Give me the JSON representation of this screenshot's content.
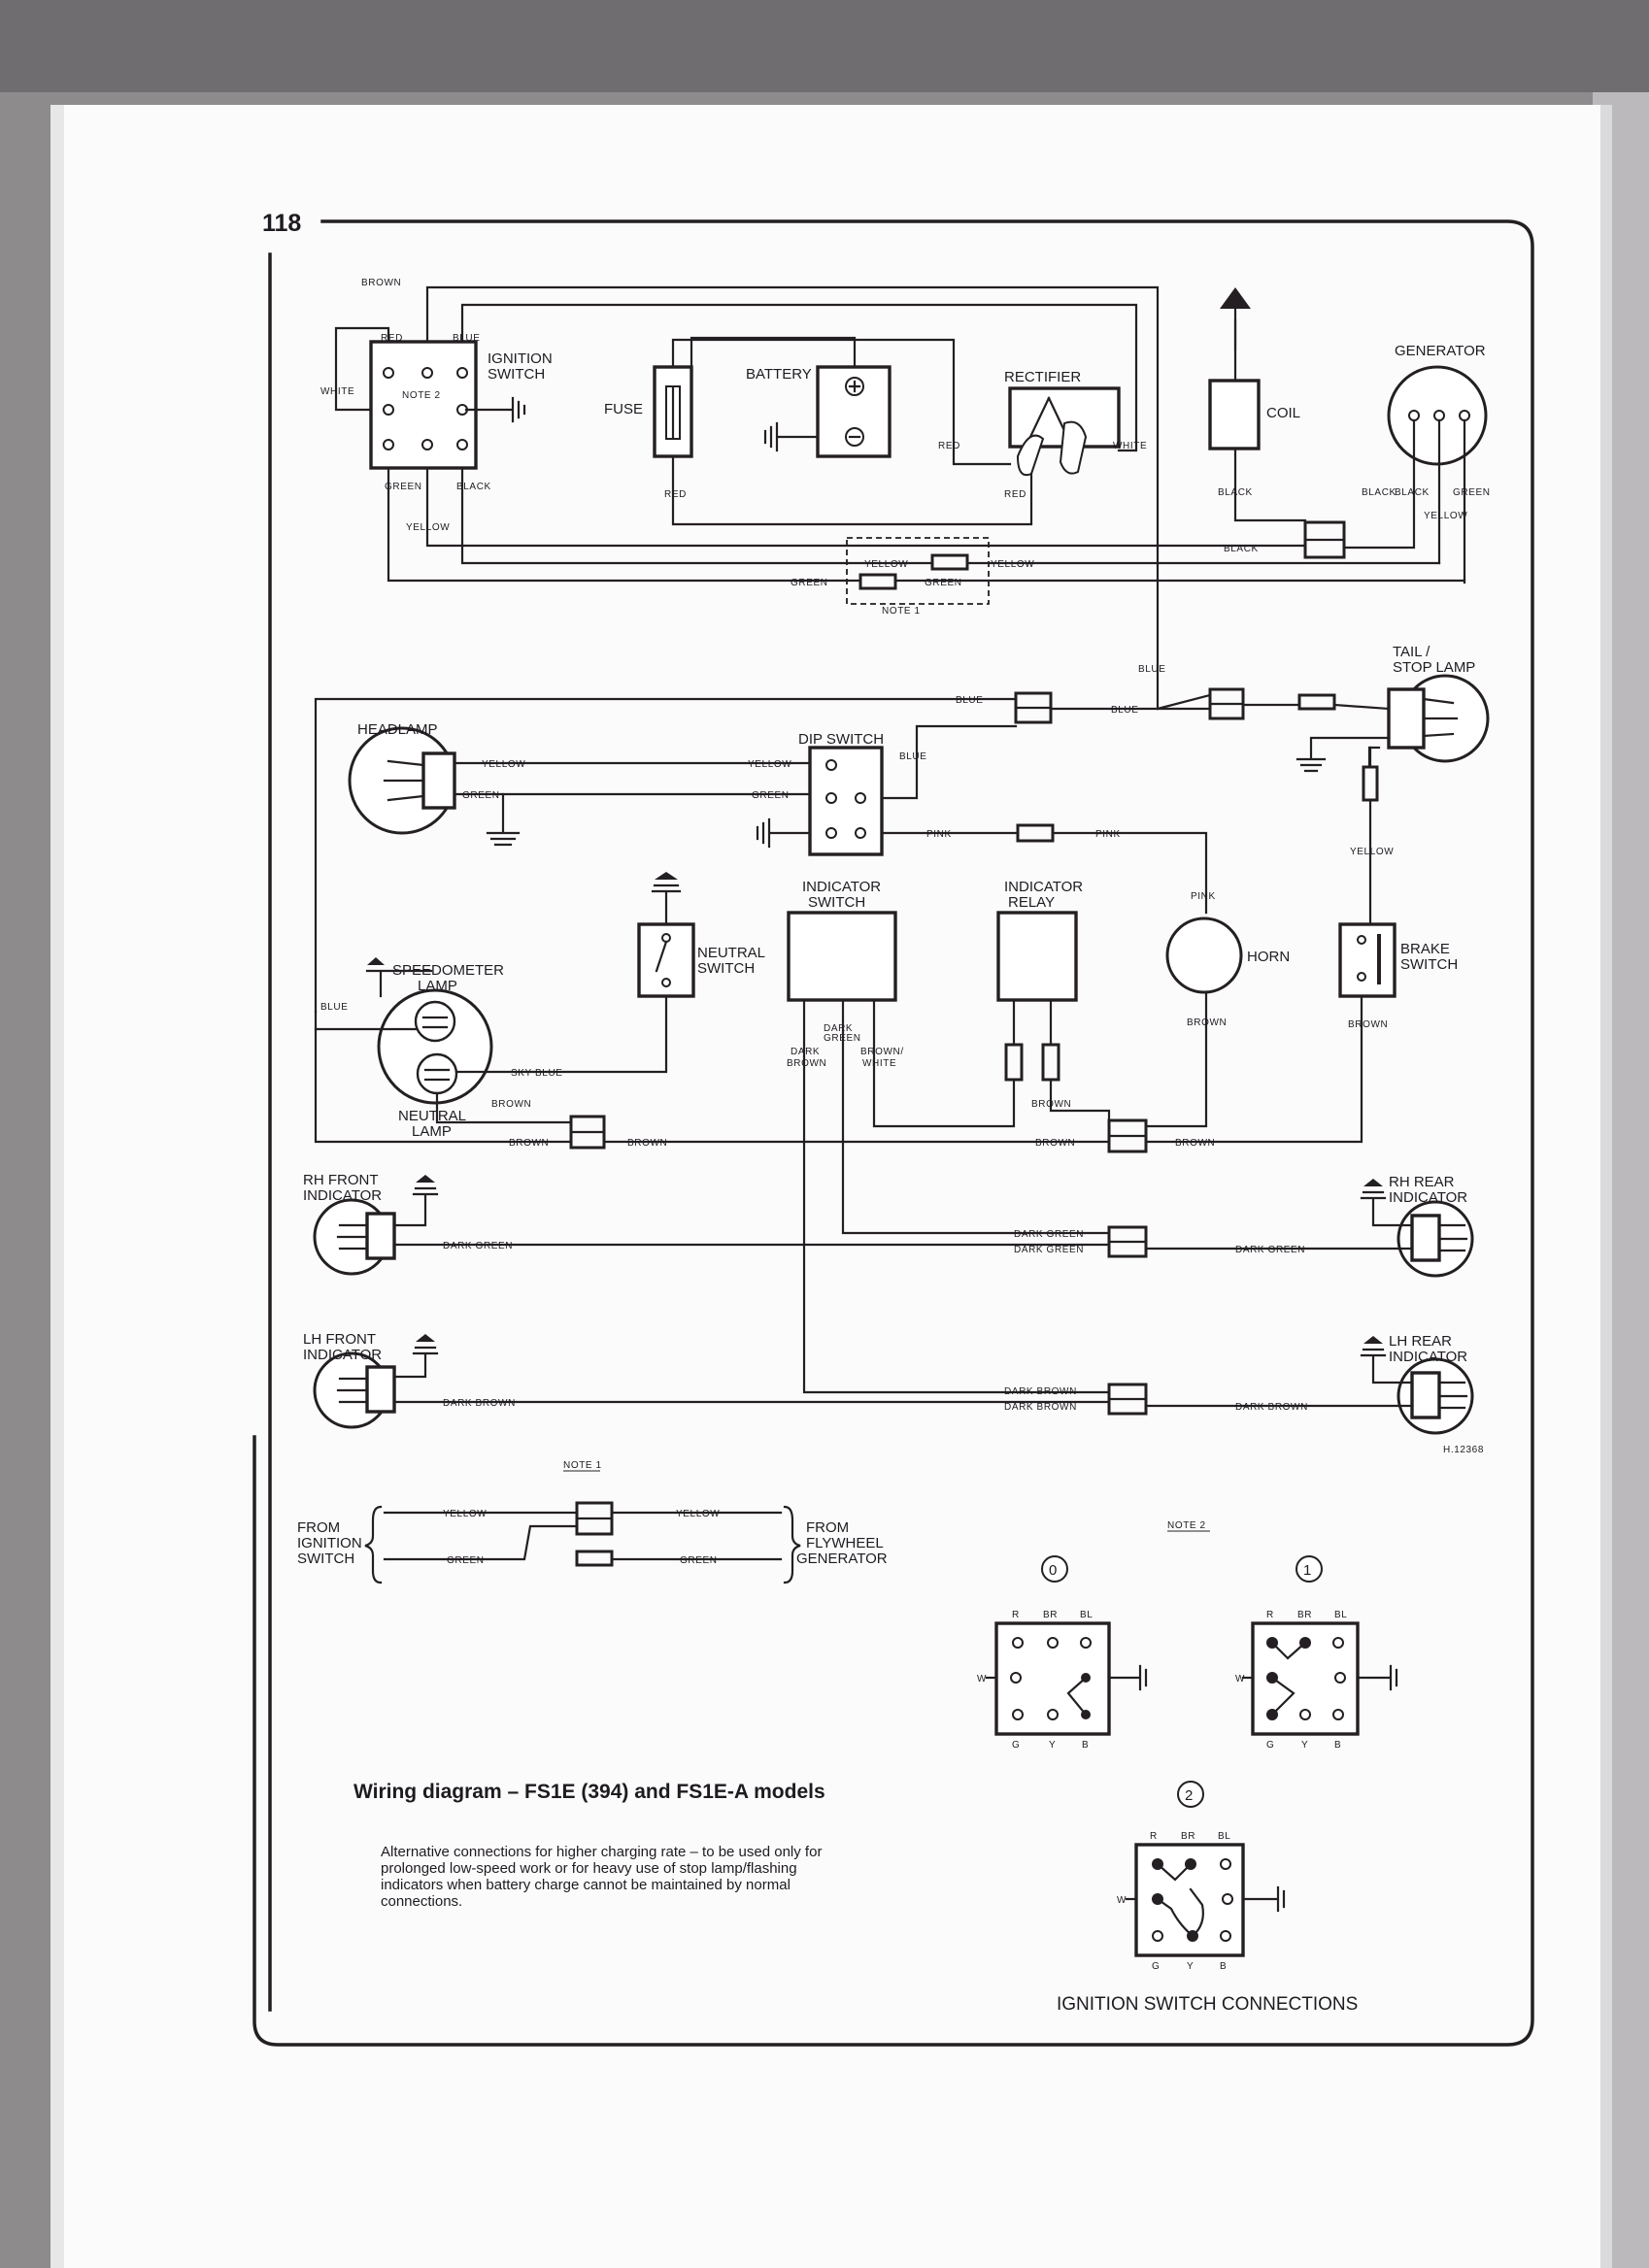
{
  "page": {
    "number": "118",
    "caption": "Wiring diagram – FS1E (394) and FS1E-A models",
    "footnote_lines": [
      "Alternative connections for higher charging rate – to be used only for",
      "prolonged low-speed work or for heavy use of stop lamp/flashing",
      "indicators when battery charge cannot be maintained by normal",
      "connections."
    ],
    "drawing_ref": "H.12368"
  },
  "components": {
    "ignition_switch": [
      "IGNITION",
      "SWITCH"
    ],
    "note2_tag": "NOTE 2",
    "fuse": "FUSE",
    "battery": "BATTERY",
    "rectifier": "RECTIFIER",
    "coil": "COIL",
    "generator": "GENERATOR",
    "note1_tag": "NOTE 1",
    "tail_stop_lamp": [
      "TAIL /",
      "STOP LAMP"
    ],
    "headlamp": "HEADLAMP",
    "dip_switch": "DIP SWITCH",
    "indicator_switch": [
      "INDICATOR",
      "SWITCH"
    ],
    "indicator_relay": [
      "INDICATOR",
      "RELAY"
    ],
    "horn": "HORN",
    "brake_switch": [
      "BRAKE",
      "SWITCH"
    ],
    "speedometer_lamp": [
      "SPEEDOMETER",
      "LAMP"
    ],
    "neutral_switch": [
      "NEUTRAL",
      "SWITCH"
    ],
    "neutral_lamp": [
      "NEUTRAL",
      "LAMP"
    ],
    "rh_front_indicator": [
      "RH FRONT",
      "INDICATOR"
    ],
    "rh_rear_indicator": [
      "RH REAR",
      "INDICATOR"
    ],
    "lh_front_indicator": [
      "LH FRONT",
      "INDICATOR"
    ],
    "lh_rear_indicator": [
      "LH REAR",
      "INDICATOR"
    ]
  },
  "wires": {
    "brown": "BROWN",
    "red": "RED",
    "blue": "BLUE",
    "white": "WHITE",
    "green": "GREEN",
    "yellow": "YELLOW",
    "black": "BLACK",
    "pink": "PINK",
    "sky_blue": "SKY BLUE",
    "dark_green": "DARK GREEN",
    "dark_brown": "DARK BROWN",
    "brown_white": [
      "BROWN/",
      "WHITE"
    ],
    "dark_brown_stack": [
      "DARK",
      "BROWN"
    ],
    "dark_green_stack": [
      "DARK",
      "GREEN"
    ]
  },
  "note1": {
    "heading": "NOTE 1",
    "from_left": [
      "FROM",
      "IGNITION",
      "SWITCH"
    ],
    "from_right": [
      "FROM",
      "FLYWHEEL",
      "GENERATOR"
    ],
    "yellow": "YELLOW",
    "green": "GREEN"
  },
  "note2": {
    "heading": "NOTE 2",
    "positions": [
      "0",
      "1",
      "2"
    ],
    "top_terminals": [
      "R",
      "BR",
      "BL"
    ],
    "bottom_terminals": [
      "G",
      "Y",
      "B"
    ],
    "side_terminal": "W",
    "title": "IGNITION SWITCH CONNECTIONS"
  },
  "colors": {
    "ink": "#231f22",
    "paper": "#ffffff",
    "scan_background": "#8d8b8c"
  }
}
